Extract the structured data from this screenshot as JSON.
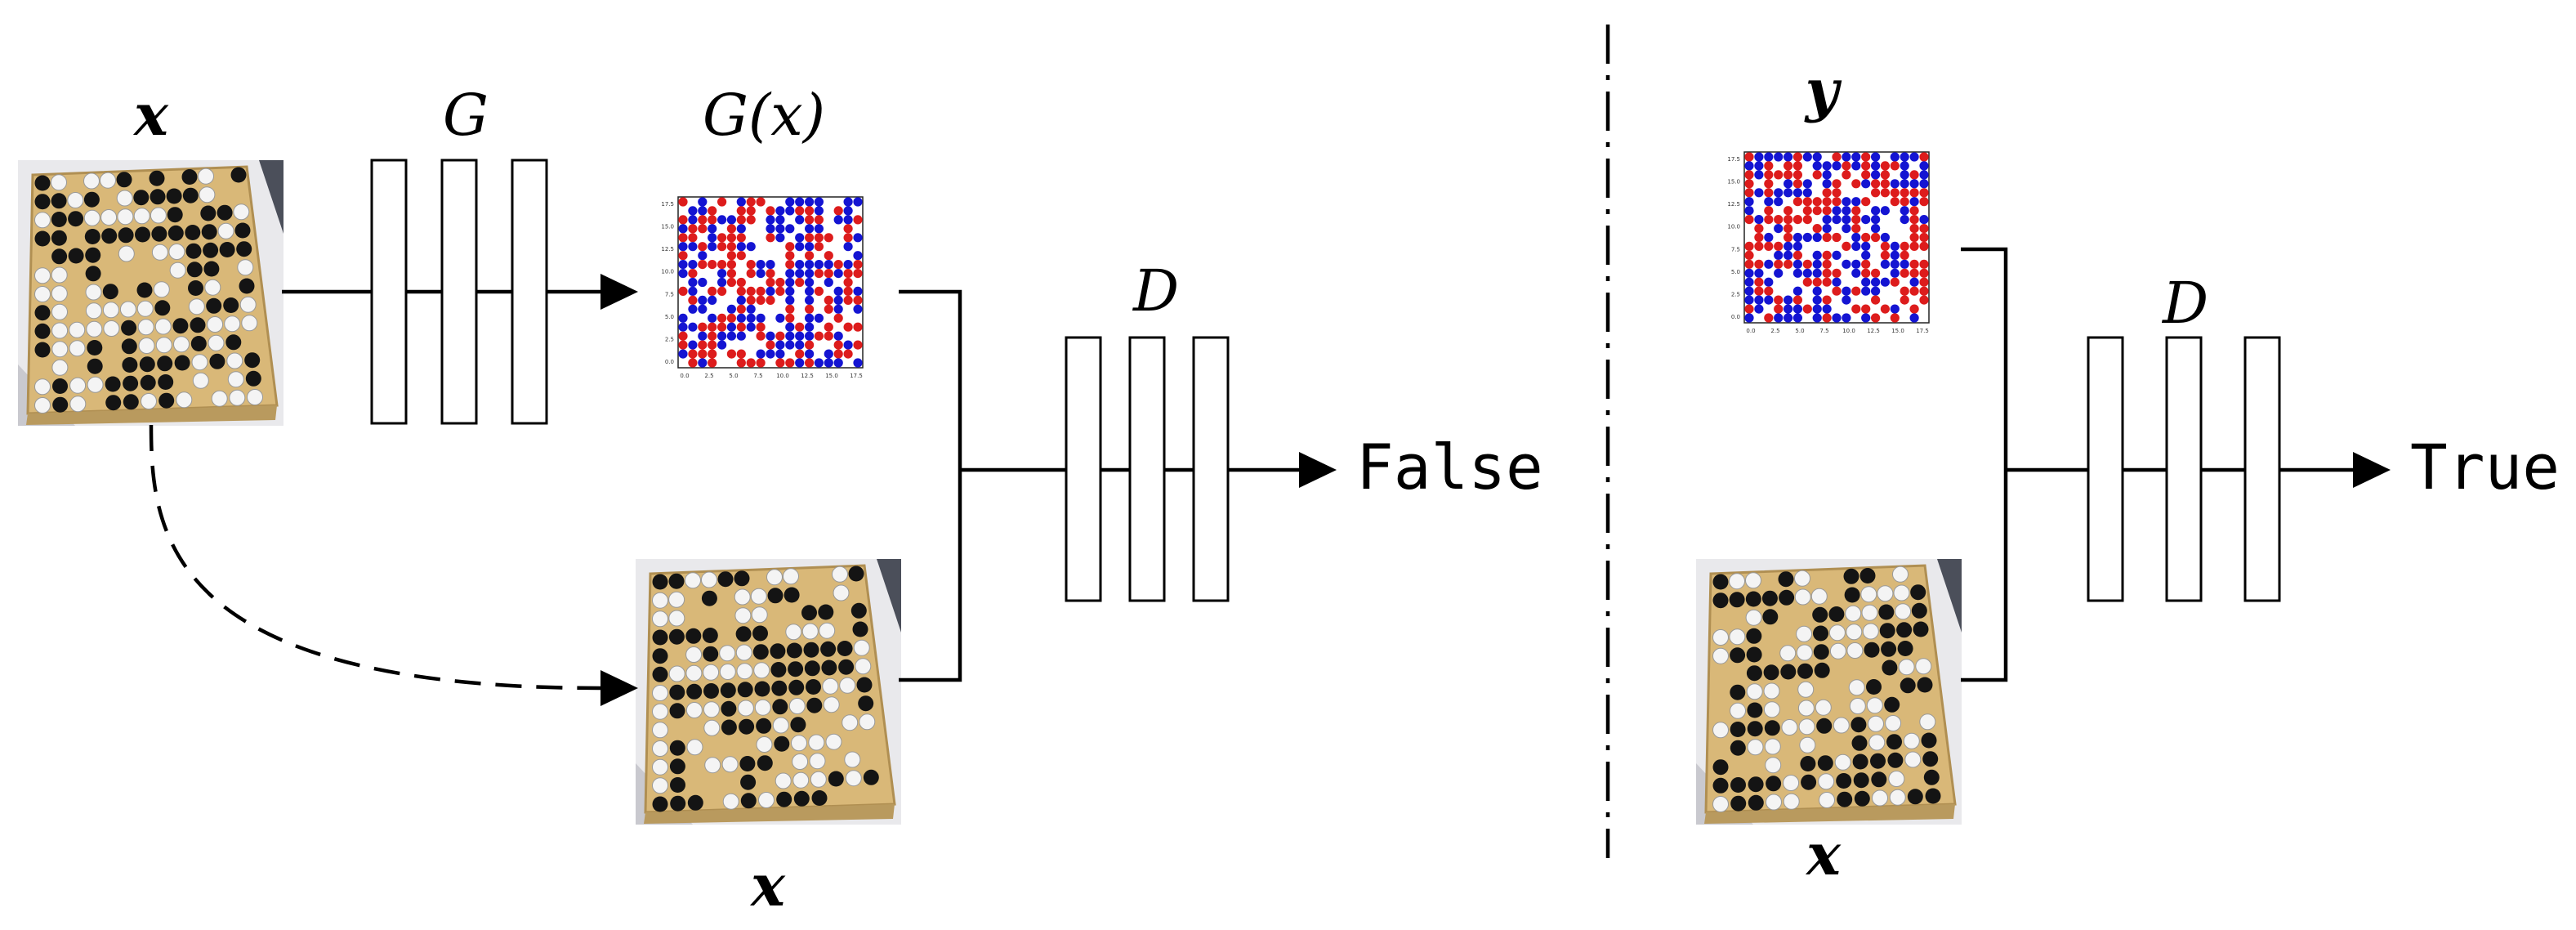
{
  "left": {
    "input_label": "x",
    "generator_label": "G",
    "generated_label": "G(x)",
    "condition_label": "x",
    "discriminator_label": "D",
    "output_label": "False"
  },
  "right": {
    "real_label": "y",
    "condition_label": "x",
    "discriminator_label": "D",
    "output_label": "True"
  },
  "plot": {
    "y_ticks": [
      "0.0",
      "2.5",
      "5.0",
      "7.5",
      "10.0",
      "12.5",
      "15.0",
      "17.5"
    ],
    "x_ticks": [
      "0.0",
      "2.5",
      "5.0",
      "7.5",
      "10.0",
      "12.5",
      "15.0",
      "17.5"
    ]
  },
  "colors": {
    "red_stone": "#dd1c1c",
    "blue_stone": "#1414d2",
    "board_wood": "#d9b878",
    "black_stone": "#141414",
    "white_stone": "#f4f4f4"
  }
}
